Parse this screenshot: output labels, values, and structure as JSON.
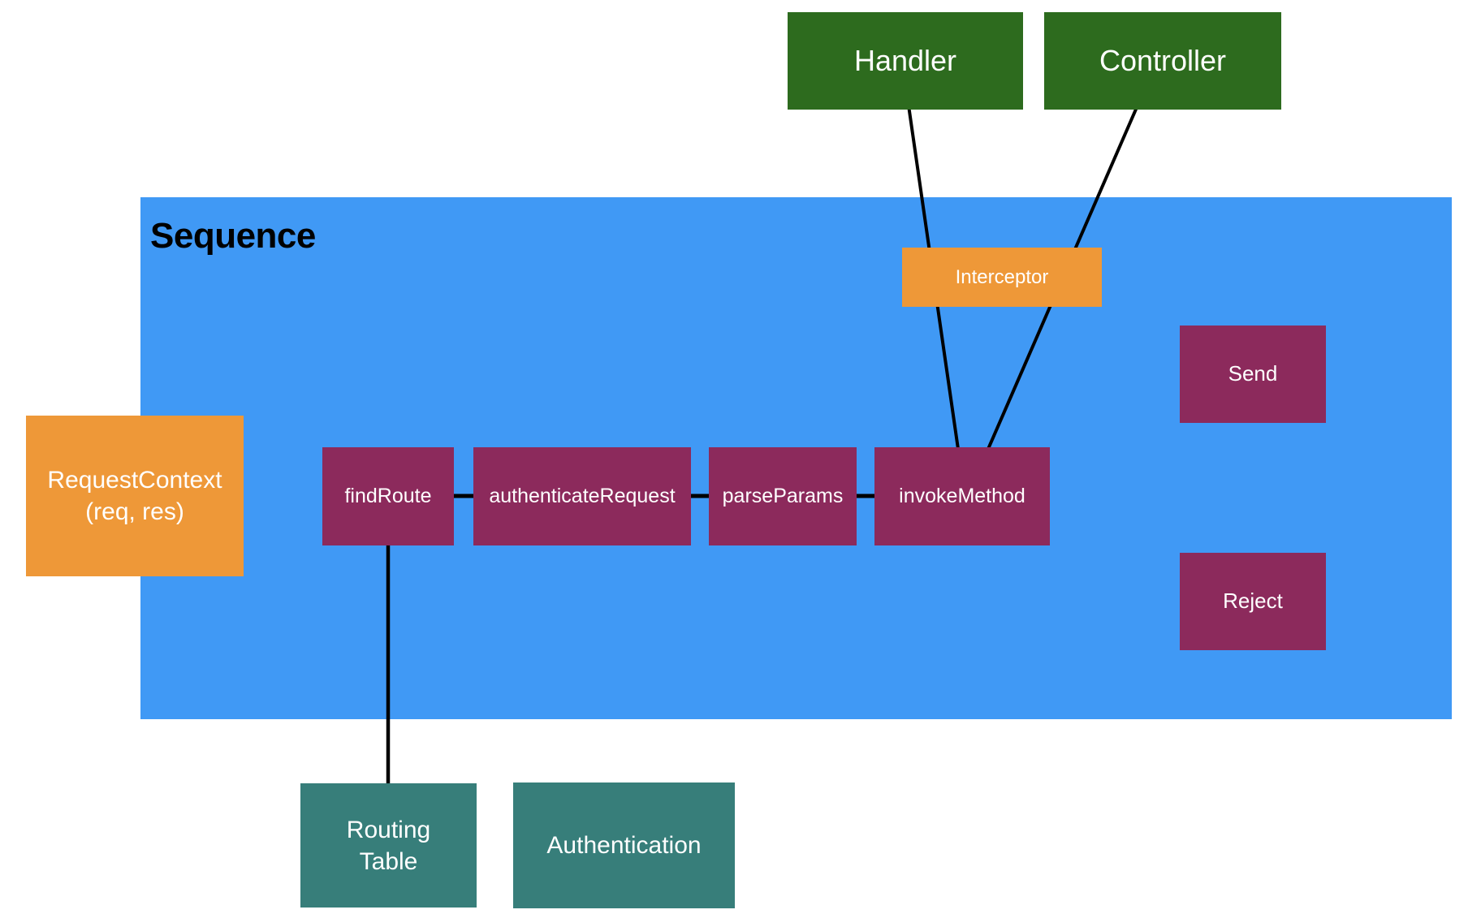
{
  "diagram": {
    "title": "Sequence",
    "nodes": {
      "handler": {
        "label": "Handler",
        "color": "#2D6B1E"
      },
      "controller": {
        "label": "Controller",
        "color": "#2D6B1E"
      },
      "request_context": {
        "line1": "RequestContext",
        "line2": "(req, res)",
        "color": "#EE9838"
      },
      "interceptor": {
        "label": "Interceptor",
        "color": "#EE9838"
      },
      "find_route": {
        "label": "findRoute",
        "color": "#8C2A5C"
      },
      "authenticate_request": {
        "label": "authenticateRequest",
        "color": "#8C2A5C"
      },
      "parse_params": {
        "label": "parseParams",
        "color": "#8C2A5C"
      },
      "invoke_method": {
        "label": "invokeMethod",
        "color": "#8C2A5C"
      },
      "send": {
        "label": "Send",
        "color": "#8C2A5C"
      },
      "reject": {
        "label": "Reject",
        "color": "#8C2A5C"
      },
      "routing_table": {
        "line1": "Routing",
        "line2": "Table",
        "color": "#377E7A"
      },
      "authentication": {
        "label": "Authentication",
        "color": "#377E7A"
      }
    },
    "edges": [
      {
        "from": "handler",
        "to": "invoke_method",
        "via": "interceptor"
      },
      {
        "from": "controller",
        "to": "invoke_method",
        "via": "interceptor"
      },
      {
        "from": "find_route",
        "to": "authenticate_request"
      },
      {
        "from": "authenticate_request",
        "to": "parse_params"
      },
      {
        "from": "parse_params",
        "to": "invoke_method"
      },
      {
        "from": "find_route",
        "to": "routing_table"
      }
    ],
    "colors": {
      "canvas_background": "#FFFFFF",
      "sequence_background": "#4099F5",
      "green_node": "#2D6B1E",
      "orange_node": "#EE9838",
      "maroon_node": "#8C2A5C",
      "teal_node": "#377E7A",
      "edge_line": "#000000",
      "title_text": "#000000",
      "node_text": "#FFFFFF"
    }
  }
}
